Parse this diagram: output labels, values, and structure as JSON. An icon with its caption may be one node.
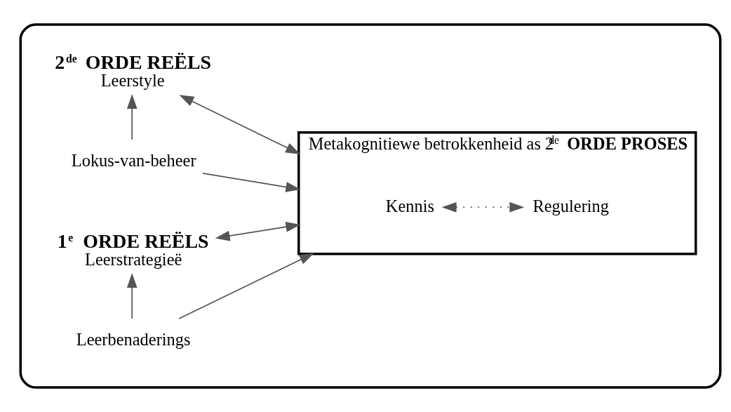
{
  "diagram": {
    "nodes": [
      {
        "text": [],
        "shape": "box"
      },
      {
        "text": [
          "2$^{de}$ ORDE REËLS",
          "Leerstyle"
        ],
        "in": 0
      },
      {
        "text": [
          "Lokus-van-beheer"
        ],
        "in": 0
      },
      {
        "text": [
          "Metakognitiewe betrokkenheid as 2$^{de}$ **ORDE PROSES**"
        ],
        "in": 0
      },
      {
        "text": [
          "Kennis"
        ],
        "in": 3
      },
      {
        "text": [
          "Regulering"
        ],
        "in": 3
      },
      {
        "text": [
          "1$^{e}$ ORDE REËLS",
          "Leerstrategieë"
        ],
        "in": 0
      },
      {
        "text": [
          "Leerbenaderings"
        ],
        "in": 0
      }
    ],
    "edges": [
      {
        "from": 1,
        "to": 3,
        "arrow": "both"
      },
      {
        "from": 2,
        "to": 3,
        "arrow": "to"
      },
      {
        "from": 2,
        "to": 1,
        "arrow": "to"
      },
      {
        "from": 4,
        "to": 5,
        "arrow": "both",
        "style": "dashed"
      },
      {
        "from": 3,
        "to": 6,
        "arrow": "both"
      },
      {
        "from": 7,
        "to": 3,
        "arrow": "to"
      },
      {
        "from": 7,
        "to": 6,
        "arrow": "to"
      }
    ]
  }
}
